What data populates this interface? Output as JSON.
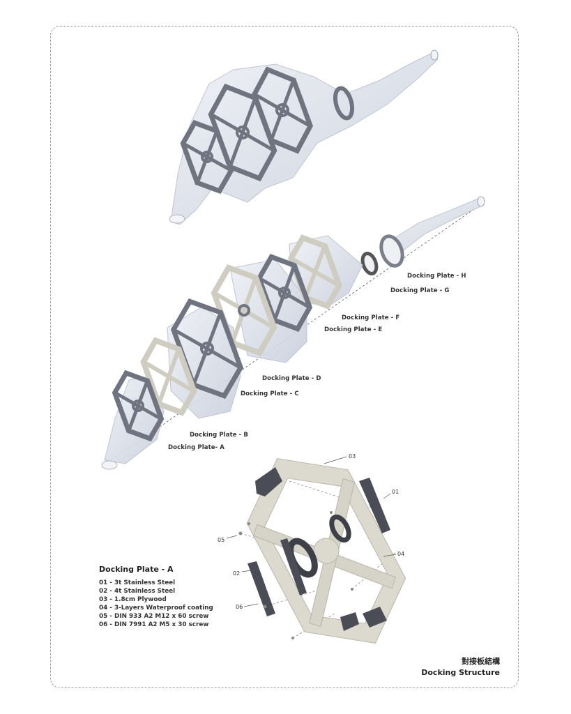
{
  "plate_labels": {
    "h": "Docking Plate - H",
    "g": "Docking Plate - G",
    "f": "Docking Plate - F",
    "e": "Docking Plate - E",
    "d": "Docking Plate - D",
    "c": "Docking Plate - C",
    "b": "Docking Plate - B",
    "a": "Docking Plate- A"
  },
  "part_numbers": {
    "p01": "01",
    "p02": "02",
    "p03": "03",
    "p04": "04",
    "p05": "05",
    "p06": "06"
  },
  "legend": {
    "title": "Docking Plate - A",
    "items": [
      "01 - 3t Stainless Steel",
      "02 - 4t Stainless Steel",
      "03 - 1.8cm Plywood",
      "04 - 3-Layers Waterproof coating",
      "05 - DIN 933 A2 M12 x 60 screw",
      "06 - DIN 7991 A2 M5 x 30 screw"
    ]
  },
  "caption": {
    "zh": "對接板結構",
    "en": "Docking Structure"
  },
  "colors": {
    "glass": "#dfe3ec",
    "steel": "#6f7480",
    "plywood": "#dcd9cf",
    "dark_steel": "#4a4d55"
  }
}
